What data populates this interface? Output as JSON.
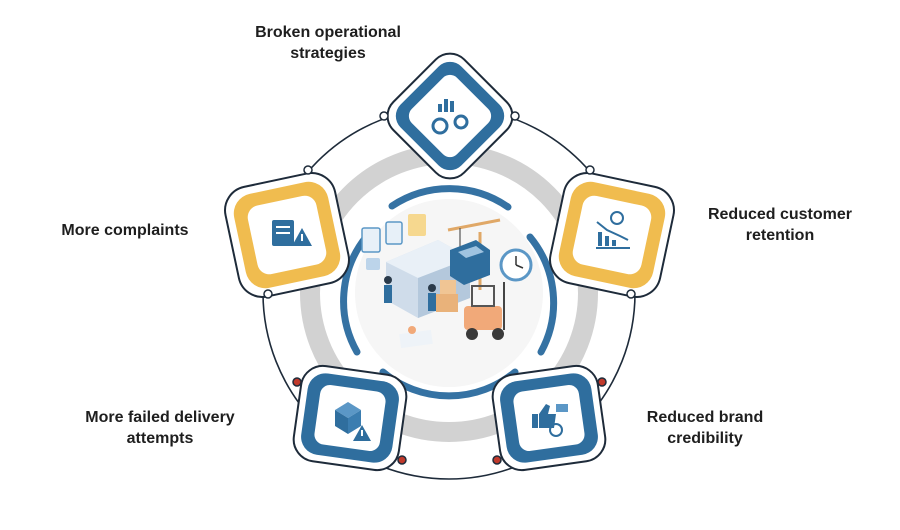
{
  "nodes": [
    {
      "id": "top",
      "label": "Broken operational\nstrategies",
      "icon": "strategy-gears-chart-icon",
      "color": "blue"
    },
    {
      "id": "left",
      "label": "More complaints",
      "icon": "complaint-document-warning-icon",
      "color": "gold"
    },
    {
      "id": "right",
      "label": "Reduced customer\nretention",
      "icon": "customer-decline-chart-icon",
      "color": "gold"
    },
    {
      "id": "bottom-left",
      "label": "More failed delivery\nattempts",
      "icon": "package-warning-icon",
      "color": "blue"
    },
    {
      "id": "bottom-right",
      "label": "Reduced brand\ncredibility",
      "icon": "thumbs-up-badge-icon",
      "color": "blue"
    }
  ],
  "center": {
    "illustration": "logistics-truck-forklift-crane-illustration"
  },
  "colors": {
    "blue": "#2f6e9e",
    "blue_light": "#5b97c6",
    "gold": "#f0bc4f",
    "gold_dark": "#d9a13a",
    "dark": "#1e2b3a",
    "ring_gray": "#cfcfcf",
    "dot_red": "#c0392b"
  }
}
